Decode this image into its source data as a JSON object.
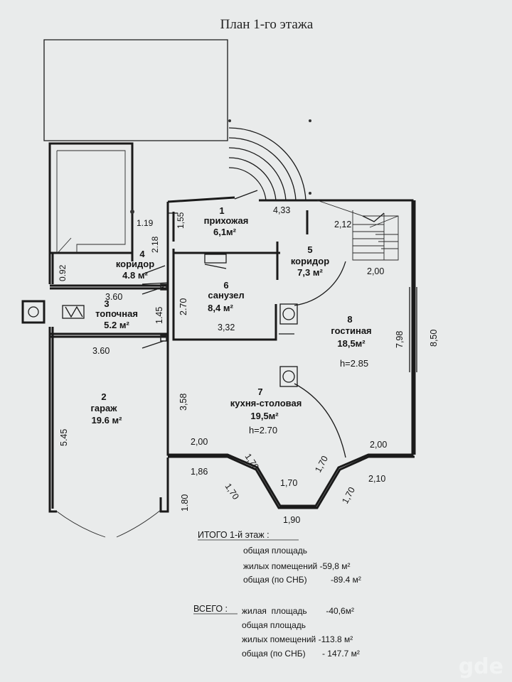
{
  "title": "План 1-го этажа",
  "rooms": [
    {
      "num": "1",
      "name": "прихожая",
      "area": "6,1м²"
    },
    {
      "num": "2",
      "name": "гараж",
      "area": "19.6 м²"
    },
    {
      "num": "3",
      "name": "топочная",
      "area": "5.2 м²"
    },
    {
      "num": "4",
      "name": "коридор",
      "area": "4.8 м²"
    },
    {
      "num": "5",
      "name": "коридор",
      "area": "7,3 м²"
    },
    {
      "num": "6",
      "name": "санузел",
      "area": "8,4 м²"
    },
    {
      "num": "7",
      "name": "кухня-столовая",
      "area": "19,5м²",
      "height": "h=2.70"
    },
    {
      "num": "8",
      "name": "гостиная",
      "area": "18,5м²",
      "height": "h=2.85"
    }
  ],
  "dimensions": [
    "4,33",
    "2,12",
    "2,00",
    "7,98",
    "8,50",
    "1.19",
    "2.18",
    "1,55",
    "0.92",
    "3.60",
    "1.45",
    "2.70",
    "3,32",
    "3.60",
    "3,58",
    "5.45",
    "2,00",
    "2,00",
    "1,70",
    "1,70",
    "1,70",
    "1,70",
    "1,70",
    "1,86",
    "2,10",
    "1,90",
    "1.80"
  ],
  "summary": {
    "floor_title": "ИТОГО 1-й этаж :",
    "floor_lines": [
      "общая площадь",
      "жилых помещений -59,8 м²",
      "общая (по СНБ)          -89.4 м²"
    ],
    "total_label": "ВСЕГО :",
    "total_first": "жилая  площадь        -40,6м²",
    "total_lines": [
      "общая площадь",
      "жилых помещений -113.8 м²",
      "общая (по СНБ)       - 147.7 м²"
    ]
  },
  "watermark": "gde"
}
